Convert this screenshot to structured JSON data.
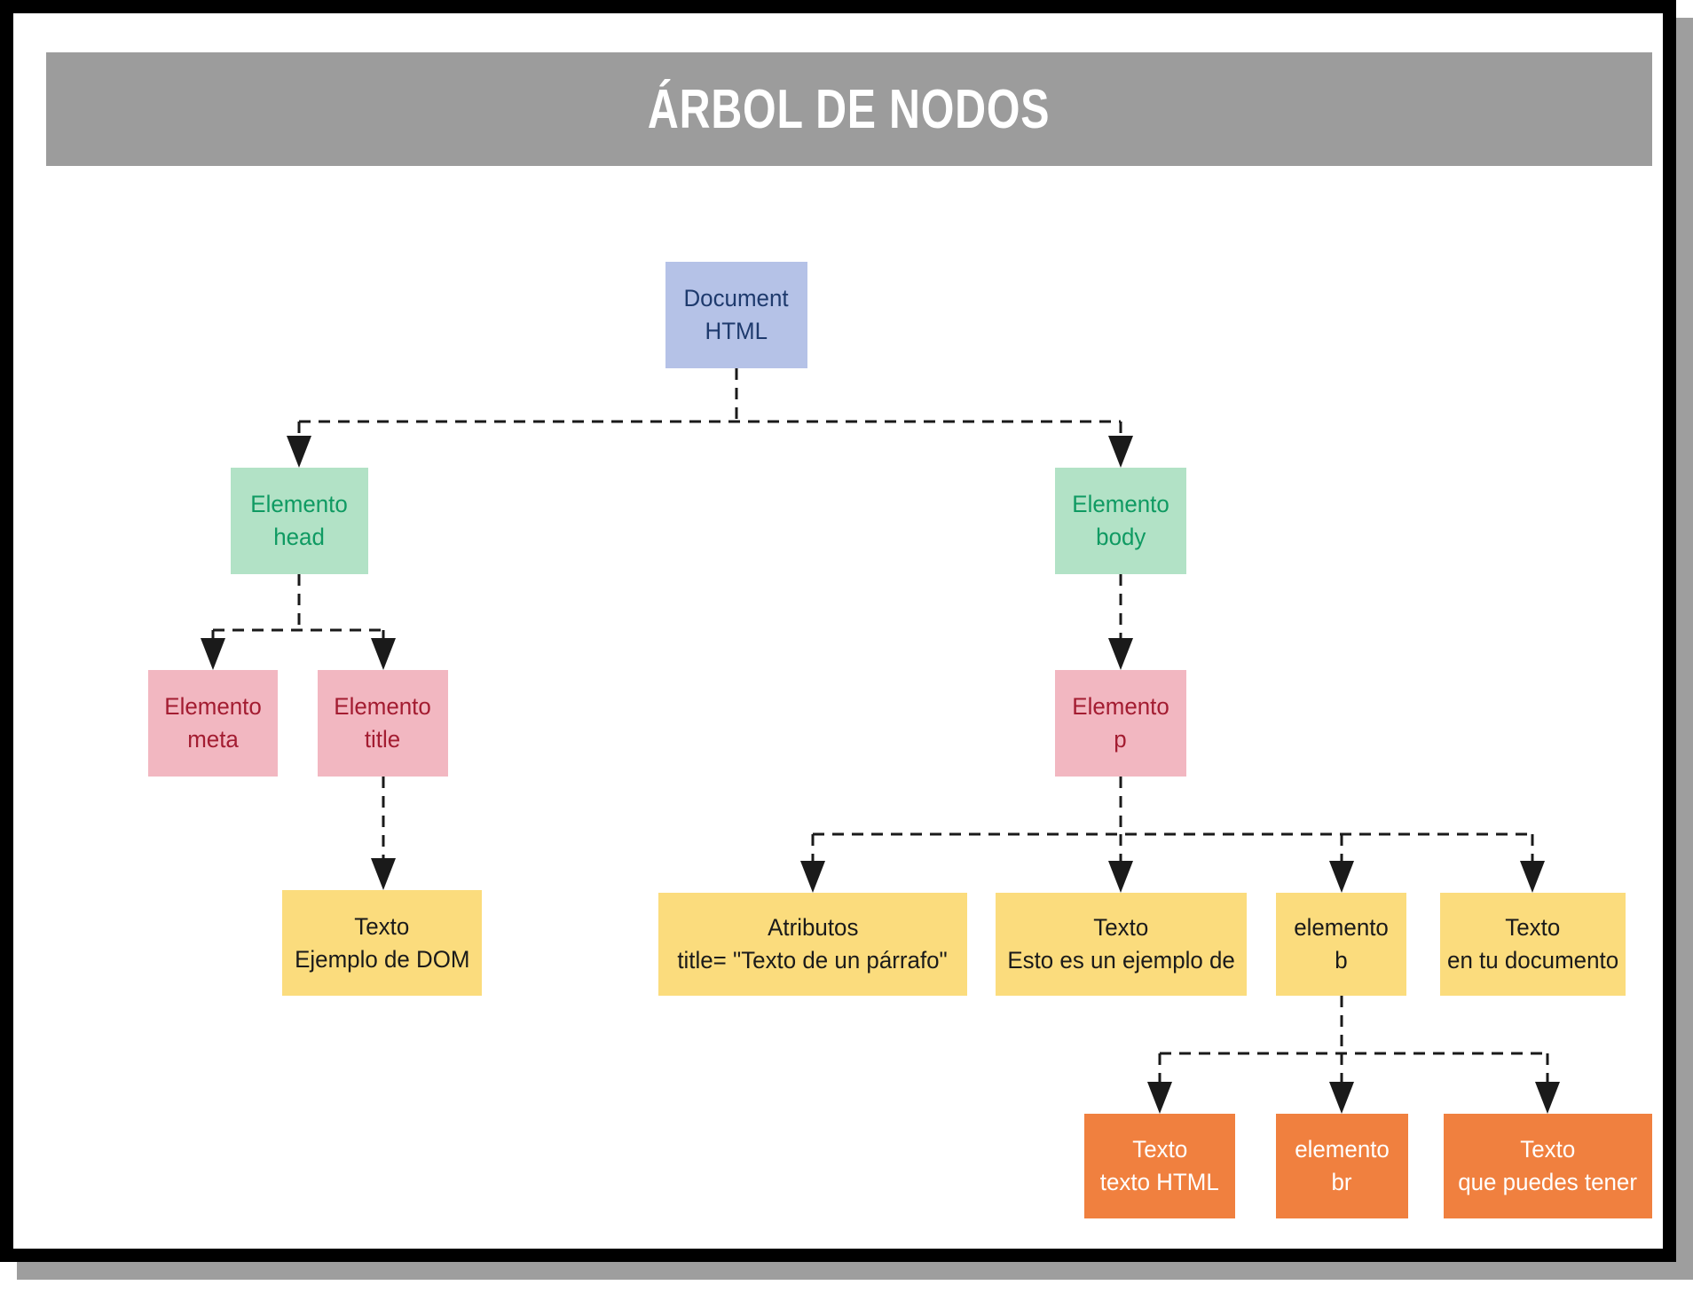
{
  "page": {
    "title": "ÁRBOL DE NODOS"
  },
  "colors": {
    "title_bar_bg": "#9c9c9c",
    "title_text": "#ffffff",
    "frame_border": "#000000",
    "drop_shadow": "#9e9e9e",
    "document_node_bg": "#b5c2e7",
    "document_node_text": "#1e3a6d",
    "element_green_bg": "#b2e2c6",
    "element_green_text": "#0f9a62",
    "element_pink_bg": "#f2b7c1",
    "element_pink_text": "#a31c31",
    "text_node_bg": "#fbdc7d",
    "text_node_text": "#1a1a1a",
    "leaf_orange_bg": "#f0803f",
    "leaf_orange_text": "#ffffff",
    "connector": "#1a1a1a"
  },
  "nodes": {
    "document_html": {
      "line1": "Document",
      "line2": "HTML"
    },
    "elemento_head": {
      "line1": "Elemento",
      "line2": "head"
    },
    "elemento_body": {
      "line1": "Elemento",
      "line2": "body"
    },
    "elemento_meta": {
      "line1": "Elemento",
      "line2": "meta"
    },
    "elemento_title": {
      "line1": "Elemento",
      "line2": "title"
    },
    "elemento_p": {
      "line1": "Elemento",
      "line2": "p"
    },
    "texto_ejemplo_dom": {
      "line1": "Texto",
      "line2": "Ejemplo de DOM"
    },
    "atributos_title": {
      "line1": "Atributos",
      "line2": "title= \"Texto de un párrafo\""
    },
    "texto_esto_es": {
      "line1": "Texto",
      "line2": "Esto es un ejemplo de"
    },
    "elemento_b": {
      "line1": "elemento",
      "line2": "b"
    },
    "texto_en_tu_documento": {
      "line1": "Texto",
      "line2": "en tu documento"
    },
    "texto_texto_html": {
      "line1": "Texto",
      "line2": "texto HTML"
    },
    "elemento_br": {
      "line1": "elemento",
      "line2": "br"
    },
    "texto_que_puedes_tener": {
      "line1": "Texto",
      "line2": "que puedes tener"
    }
  },
  "edges": [
    {
      "from": "document_html",
      "to": [
        "elemento_head",
        "elemento_body"
      ]
    },
    {
      "from": "elemento_head",
      "to": [
        "elemento_meta",
        "elemento_title"
      ]
    },
    {
      "from": "elemento_title",
      "to": [
        "texto_ejemplo_dom"
      ]
    },
    {
      "from": "elemento_body",
      "to": [
        "elemento_p"
      ]
    },
    {
      "from": "elemento_p",
      "to": [
        "atributos_title",
        "texto_esto_es",
        "elemento_b",
        "texto_en_tu_documento"
      ]
    },
    {
      "from": "elemento_b",
      "to": [
        "texto_texto_html",
        "elemento_br",
        "texto_que_puedes_tener"
      ]
    }
  ]
}
